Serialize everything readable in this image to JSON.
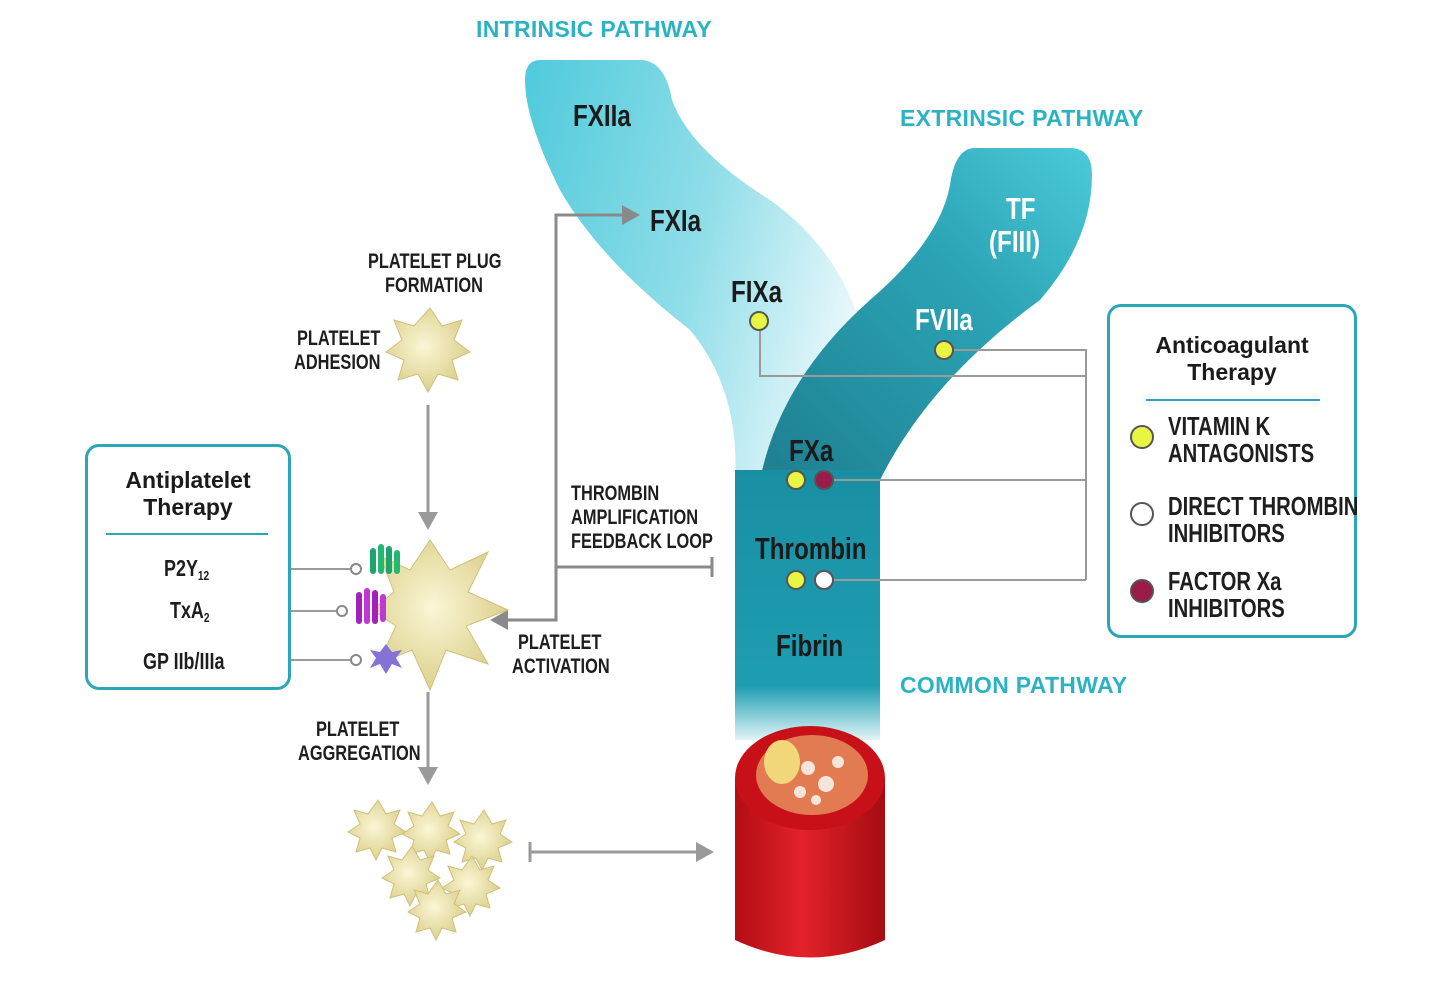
{
  "headings": {
    "intrinsic": "INTRINSIC PATHWAY",
    "extrinsic": "EXTRINSIC PATHWAY",
    "common": "COMMON PATHWAY"
  },
  "factors": {
    "fxiia": "FXIIa",
    "fxia": "FXIa",
    "fixa": "FIXa",
    "tf_line1": "TF",
    "tf_line2": "(FIII)",
    "fviia": "FVIIa",
    "fxa": "FXa",
    "thrombin": "Thrombin",
    "fibrin": "Fibrin"
  },
  "labels": {
    "plug_line1": "PLATELET PLUG",
    "plug_line2": "FORMATION",
    "adhesion_line1": "PLATELET",
    "adhesion_line2": "ADHESION",
    "feedback_line1": "THROMBIN",
    "feedback_line2": "AMPLIFICATION",
    "feedback_line3": "FEEDBACK LOOP",
    "activation_line1": "PLATELET",
    "activation_line2": "ACTIVATION",
    "aggregation_line1": "PLATELET",
    "aggregation_line2": "AGGREGATION"
  },
  "antiplatelet": {
    "title_line1": "Antiplatelet",
    "title_line2": "Therapy",
    "p2y_base": "P2Y",
    "p2y_sub": "12",
    "txa_base": "TxA",
    "txa_sub": "2",
    "gp": "GP IIb/IIIa"
  },
  "anticoagulant": {
    "title_line1": "Anticoagulant",
    "title_line2": "Therapy",
    "items": [
      {
        "line1": "VITAMIN K",
        "line2": "ANTAGONISTS",
        "color": "#e8f542"
      },
      {
        "line1": "DIRECT THROMBIN",
        "line2": "INHIBITORS",
        "color": "#ffffff"
      },
      {
        "line1": "FACTOR Xa",
        "line2": "INHIBITORS",
        "color": "#9a1a4a"
      }
    ]
  },
  "colors": {
    "intrinsic": "#4fcadb",
    "extrinsic": "#2a9eb0",
    "common": "#1d98ad",
    "heading": "#2bb3c4",
    "vessel": "#d8141c",
    "platelet": "#f1e8b0",
    "vitamin_k": "#e8f542",
    "factor_xa_inhibitor": "#9a1a4a"
  }
}
